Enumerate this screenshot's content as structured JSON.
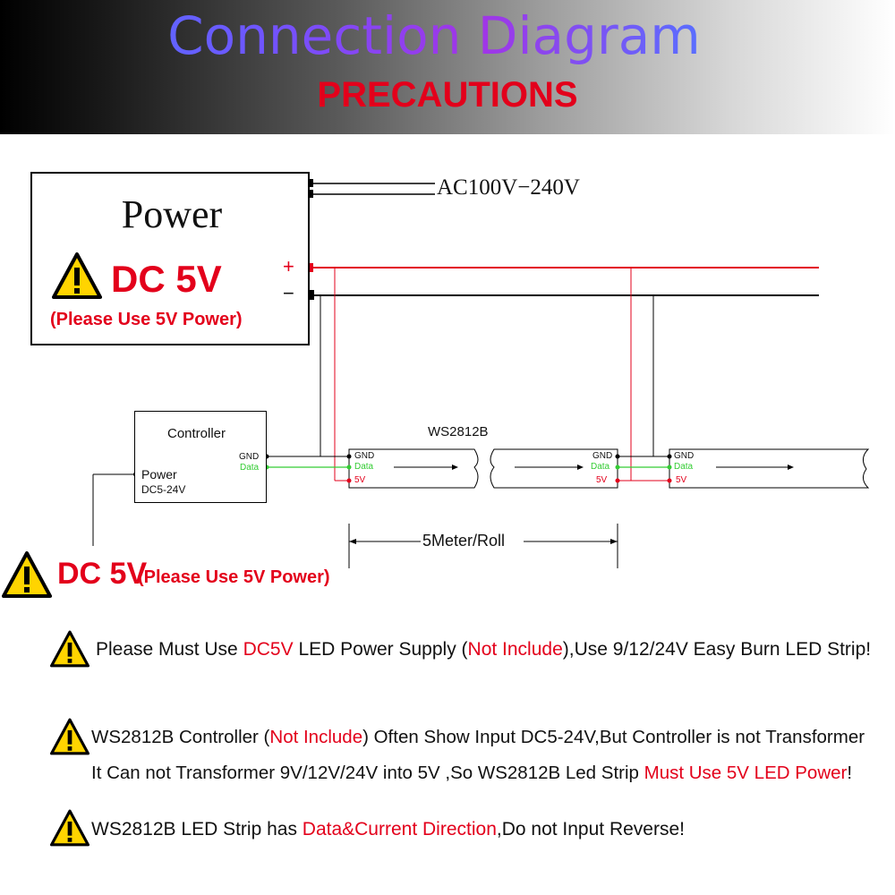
{
  "header": {
    "title": "Connection Diagram",
    "subtitle": "PRECAUTIONS"
  },
  "power_box": {
    "title": "Power",
    "voltage": "DC 5V",
    "note": "(Please Use 5V Power)",
    "plus": "+",
    "minus": "−"
  },
  "ac_label": "AC100V−240V",
  "controller": {
    "title": "Controller",
    "gnd": "GND",
    "data": "Data",
    "power_label": "Power",
    "power_range": "DC5-24V"
  },
  "strip": {
    "name": "WS2812B",
    "segments": [
      {
        "gnd": "GND",
        "data": "Data",
        "v": "5V"
      },
      {
        "gnd": "GND",
        "data": "Data",
        "v": "5V"
      },
      {
        "gnd": "GND",
        "data": "Data",
        "v": "5V"
      }
    ],
    "length_label": "5Meter/Roll"
  },
  "controller_power_warning": {
    "voltage": "DC 5V",
    "note": "(Please Use 5V Power)"
  },
  "precautions": [
    {
      "parts": [
        {
          "text": "Please Must Use ",
          "color": "#111111"
        },
        {
          "text": "DC5V",
          "color": "#e3001b"
        },
        {
          "text": " LED Power Supply (",
          "color": "#111111"
        },
        {
          "text": "Not Include",
          "color": "#e3001b"
        },
        {
          "text": "),Use 9/12/24V Easy Burn LED Strip!",
          "color": "#111111"
        }
      ]
    },
    {
      "parts": [
        {
          "text": "WS2812B Controller (",
          "color": "#111111"
        },
        {
          "text": "Not Include",
          "color": "#e3001b"
        },
        {
          "text": ") Often Show Input DC5-24V,But Controller is not Transformer",
          "color": "#111111"
        }
      ],
      "line2": [
        {
          "text": "It Can not Transformer 9V/12V/24V into 5V ,So WS2812B Led Strip ",
          "color": "#111111"
        },
        {
          "text": "Must Use 5V LED Power",
          "color": "#e3001b"
        },
        {
          "text": "!",
          "color": "#111111"
        }
      ]
    },
    {
      "parts": [
        {
          "text": "WS2812B LED Strip has ",
          "color": "#111111"
        },
        {
          "text": "Data&Current Direction",
          "color": "#e3001b"
        },
        {
          "text": ",Do not Input Reverse!",
          "color": "#111111"
        }
      ]
    }
  ],
  "colors": {
    "red": "#e3001b",
    "green": "#33cc33",
    "warning_yellow": "#ffd400"
  }
}
